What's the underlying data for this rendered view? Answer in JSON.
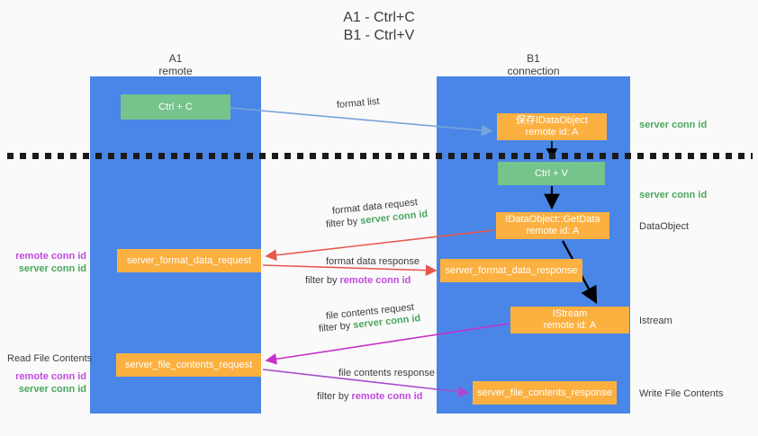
{
  "title": {
    "line1": "A1 - Ctrl+C",
    "line2": "B1 - Ctrl+V"
  },
  "columns": {
    "left": {
      "name": "A1",
      "role": "remote"
    },
    "right": {
      "name": "B1",
      "role": "connection"
    }
  },
  "boxes": {
    "ctrl_c": {
      "line1": "Ctrl + C",
      "color": "#76c38b"
    },
    "save_dataobject": {
      "line1": "保存IDataObject",
      "line2": "remote id: A",
      "color": "#fbb040"
    },
    "ctrl_v": {
      "line1": "Ctrl + V",
      "color": "#76c38b"
    },
    "getdata": {
      "line1": "IDataObject::GetData",
      "line2": "remote id: A",
      "color": "#fbb040"
    },
    "server_format_data_request": {
      "line1": "server_format_data_request",
      "color": "#fbb040"
    },
    "server_format_data_response": {
      "line1": "server_format_data_response",
      "color": "#fbb040"
    },
    "istream": {
      "line1": "IStream",
      "line2": "remote id: A",
      "color": "#fbb040"
    },
    "server_file_contents_request": {
      "line1": "server_file_contents_request",
      "color": "#fbb040"
    },
    "server_file_contents_response": {
      "line1": "server_file_contents_response",
      "color": "#fbb040"
    }
  },
  "side_notes": {
    "server_conn_id_top": "server conn id",
    "server_conn_id_mid": "server conn id",
    "dataobject": "DataObject",
    "istream": "Istream",
    "write_file_contents": "Write File Contents",
    "read_file_contents": "Read File Contents",
    "remote_conn_id": "remote conn id",
    "server_conn_id": "server conn id"
  },
  "arrow_labels": {
    "format_list": "format list",
    "format_data_request": "format data request",
    "filter_by": "filter by",
    "filter_server_conn_id": "server conn id",
    "filter_remote_conn_id": "remote conn id",
    "format_data_response": "format data response",
    "file_contents_request": "file contents request",
    "file_contents_response": "file contents response"
  },
  "colors": {
    "lane": "#4a86e8",
    "green_box": "#76c38b",
    "orange_box": "#fbb040",
    "green_text": "#4aa75e",
    "purple_text": "#c04ae0",
    "red_arrow": "#e8584c",
    "magenta_arrow": "#c82fc8",
    "purple_arrow": "#a64ad0",
    "blue_arrow": "#76a5d8",
    "black_arrow": "#000000",
    "background": "#fafafa"
  }
}
